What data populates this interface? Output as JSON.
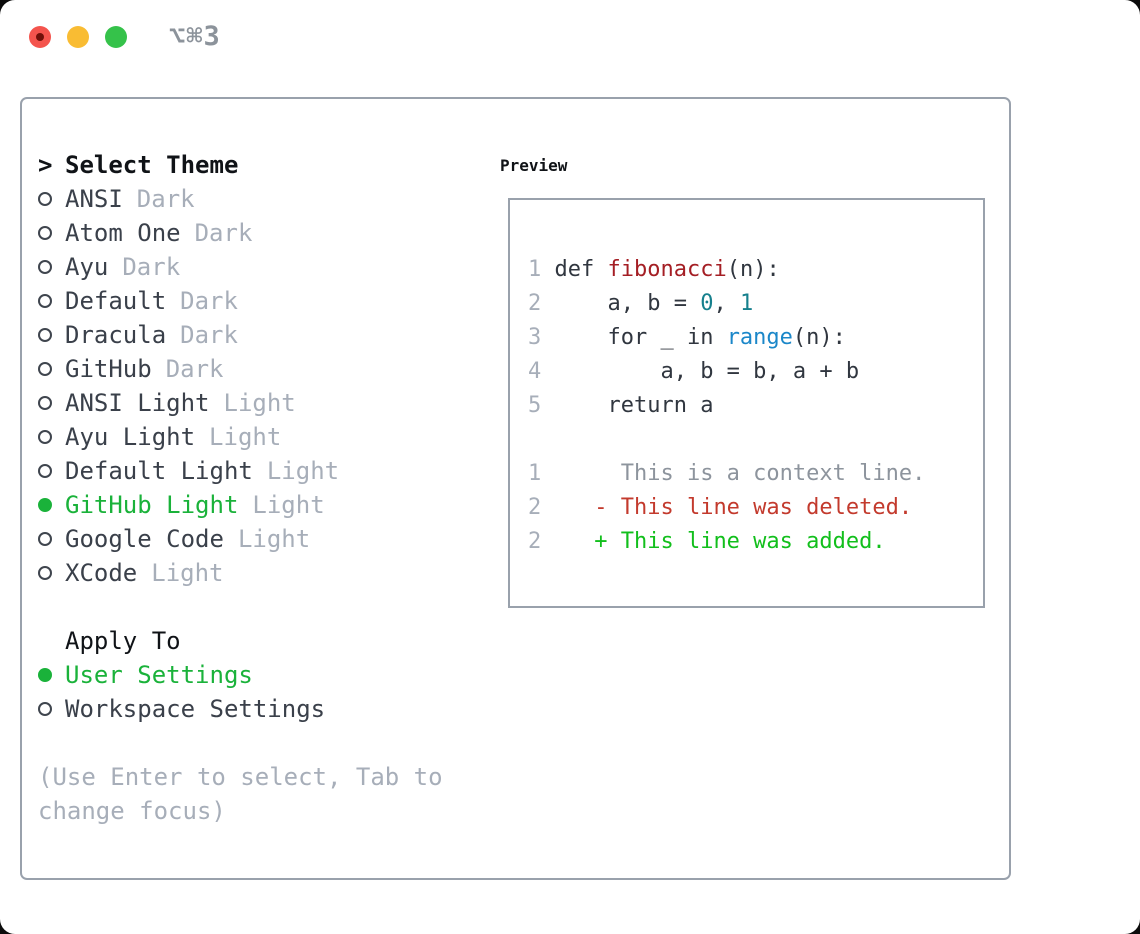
{
  "titlebar": {
    "title": "⌥⌘3",
    "buttons": {
      "close": "close-button",
      "minimize": "minimize-button",
      "zoom": "zoom-button"
    }
  },
  "theme_picker": {
    "chevron": ">",
    "title": "Select Theme",
    "items": [
      {
        "label": "ANSI",
        "variant": "Dark",
        "selected": false
      },
      {
        "label": "Atom One",
        "variant": "Dark",
        "selected": false
      },
      {
        "label": "Ayu",
        "variant": "Dark",
        "selected": false
      },
      {
        "label": "Default",
        "variant": "Dark",
        "selected": false
      },
      {
        "label": "Dracula",
        "variant": "Dark",
        "selected": false
      },
      {
        "label": "GitHub",
        "variant": "Dark",
        "selected": false
      },
      {
        "label": "ANSI Light",
        "variant": "Light",
        "selected": false
      },
      {
        "label": "Ayu Light",
        "variant": "Light",
        "selected": false
      },
      {
        "label": "Default Light",
        "variant": "Light",
        "selected": false
      },
      {
        "label": "GitHub Light",
        "variant": "Light",
        "selected": true
      },
      {
        "label": "Google Code",
        "variant": "Light",
        "selected": false
      },
      {
        "label": "XCode",
        "variant": "Light",
        "selected": false
      }
    ]
  },
  "apply_to": {
    "title": "Apply To",
    "options": [
      {
        "label": "User Settings",
        "selected": true
      },
      {
        "label": "Workspace Settings",
        "selected": false
      }
    ]
  },
  "hint": {
    "text": "(Use Enter to select, Tab to change focus)"
  },
  "preview": {
    "title": "Preview",
    "token_colors": {
      "ln": "#a7aeb9",
      "pl": "#30363f",
      "fn": "#a41e24",
      "nu": "#16808d",
      "bi": "#1b87c9",
      "cx": "#8d949d",
      "de": "#c33a2d",
      "ad": "#12bf1c"
    },
    "lines": [
      [
        {
          "s": "ln",
          "t": "1 "
        },
        {
          "s": "pl",
          "t": "def "
        },
        {
          "s": "fn",
          "t": "fibonacci"
        },
        {
          "s": "pl",
          "t": "(n):"
        }
      ],
      [
        {
          "s": "ln",
          "t": "2 "
        },
        {
          "s": "pl",
          "t": "    a, b = "
        },
        {
          "s": "nu",
          "t": "0"
        },
        {
          "s": "pl",
          "t": ", "
        },
        {
          "s": "nu",
          "t": "1"
        }
      ],
      [
        {
          "s": "ln",
          "t": "3 "
        },
        {
          "s": "pl",
          "t": "    for _ in "
        },
        {
          "s": "bi",
          "t": "range"
        },
        {
          "s": "pl",
          "t": "(n):"
        }
      ],
      [
        {
          "s": "ln",
          "t": "4 "
        },
        {
          "s": "pl",
          "t": "        a, b = b, a + b"
        }
      ],
      [
        {
          "s": "ln",
          "t": "5 "
        },
        {
          "s": "pl",
          "t": "    return a"
        }
      ],
      [],
      [
        {
          "s": "ln",
          "t": "1 "
        },
        {
          "s": "cx",
          "t": "     This is a context line."
        }
      ],
      [
        {
          "s": "ln",
          "t": "2 "
        },
        {
          "s": "de",
          "t": "   - This line was deleted."
        }
      ],
      [
        {
          "s": "ln",
          "t": "2 "
        },
        {
          "s": "ad",
          "t": "   + This line was added."
        }
      ]
    ]
  },
  "colors": {
    "selected_green": "#1ab23a",
    "added_green": "#12bf1c",
    "deleted_red": "#c33a2d",
    "function_red": "#a41e24",
    "number_teal": "#16808d",
    "builtin_blue": "#1b87c9",
    "panel_border": "#99a1ac",
    "muted_gray": "#a7aeb9",
    "text_dark": "#3a404a",
    "traffic_red": "#f4544d",
    "traffic_red_dot": "#701009",
    "traffic_yellow": "#f9bc33",
    "traffic_green": "#35c24a",
    "title_gray": "#8c939b"
  }
}
